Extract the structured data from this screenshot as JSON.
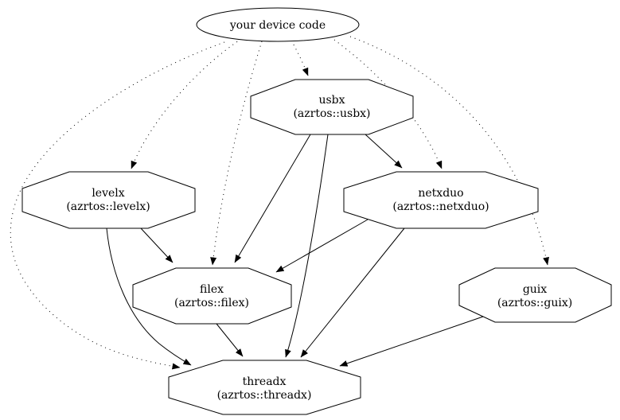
{
  "diagram": {
    "type": "dependency-graph",
    "background_color": "#ffffff",
    "line_color": "#000000",
    "nodes": [
      {
        "id": "device_code",
        "label": "your device code",
        "shape": "ellipse"
      },
      {
        "id": "usbx",
        "label": "usbx",
        "sublabel": "(azrtos::usbx)",
        "shape": "octagon"
      },
      {
        "id": "levelx",
        "label": "levelx",
        "sublabel": "(azrtos::levelx)",
        "shape": "octagon"
      },
      {
        "id": "netxduo",
        "label": "netxduo",
        "sublabel": "(azrtos::netxduo)",
        "shape": "octagon"
      },
      {
        "id": "filex",
        "label": "filex",
        "sublabel": "(azrtos::filex)",
        "shape": "octagon"
      },
      {
        "id": "guix",
        "label": "guix",
        "sublabel": "(azrtos::guix)",
        "shape": "octagon"
      },
      {
        "id": "threadx",
        "label": "threadx",
        "sublabel": "(azrtos::threadx)",
        "shape": "octagon"
      }
    ],
    "edges": [
      {
        "from": "device_code",
        "to": "usbx",
        "style": "dotted"
      },
      {
        "from": "device_code",
        "to": "levelx",
        "style": "dotted"
      },
      {
        "from": "device_code",
        "to": "netxduo",
        "style": "dotted"
      },
      {
        "from": "device_code",
        "to": "filex",
        "style": "dotted"
      },
      {
        "from": "device_code",
        "to": "guix",
        "style": "dotted"
      },
      {
        "from": "device_code",
        "to": "threadx",
        "style": "dotted"
      },
      {
        "from": "usbx",
        "to": "netxduo",
        "style": "solid"
      },
      {
        "from": "usbx",
        "to": "filex",
        "style": "solid"
      },
      {
        "from": "usbx",
        "to": "threadx",
        "style": "solid"
      },
      {
        "from": "levelx",
        "to": "filex",
        "style": "solid"
      },
      {
        "from": "levelx",
        "to": "threadx",
        "style": "solid"
      },
      {
        "from": "netxduo",
        "to": "filex",
        "style": "solid"
      },
      {
        "from": "netxduo",
        "to": "threadx",
        "style": "solid"
      },
      {
        "from": "filex",
        "to": "threadx",
        "style": "solid"
      },
      {
        "from": "guix",
        "to": "threadx",
        "style": "solid"
      }
    ]
  }
}
